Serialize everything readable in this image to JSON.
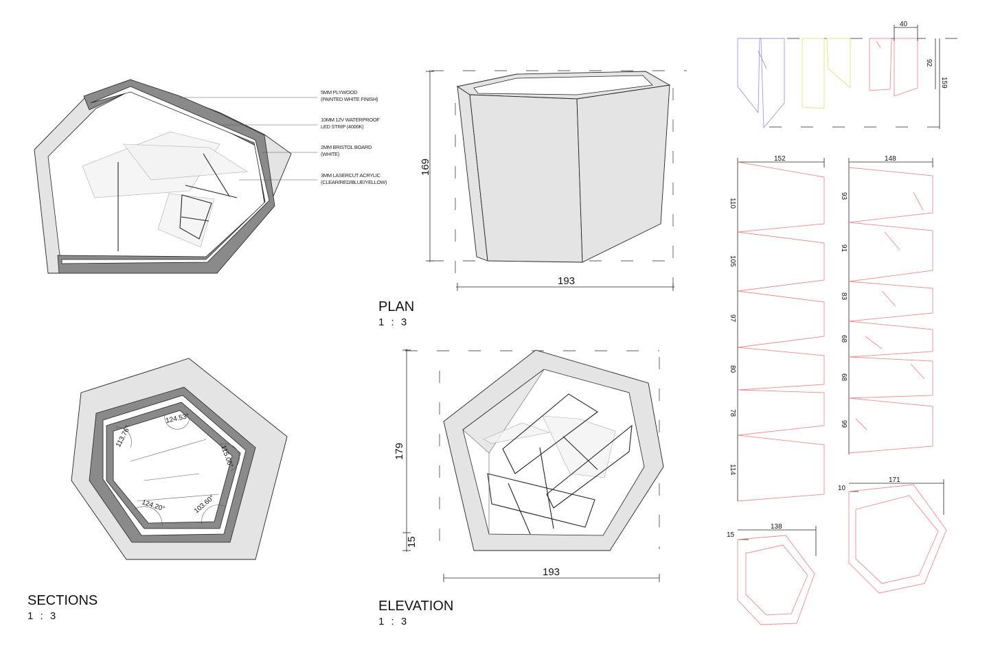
{
  "views": {
    "sections": {
      "title": "SECTIONS",
      "scale": "1 : 3"
    },
    "plan": {
      "title": "PLAN",
      "scale": "1 : 3"
    },
    "elevation": {
      "title": "ELEVATION",
      "scale": "1 : 3"
    }
  },
  "materials": [
    {
      "line1": "5MM PLYWOOD",
      "line2": "(PAINTED WHITE FINISH)"
    },
    {
      "line1": "10MM 12V WATERPROOF",
      "line2": "LED STRIP (4000K)"
    },
    {
      "line1": "2MM BRISTOL BOARD",
      "line2": "(WHITE)"
    },
    {
      "line1": "3MM LASERCUT ACRYLIC",
      "line2": "(CLEAR/RED/BLUE/YELLOW)"
    }
  ],
  "angles": [
    "124.53°",
    "113.76°",
    "115.06°",
    "124.20°",
    "103.60°"
  ],
  "plan_dims": {
    "height": "169",
    "width": "193"
  },
  "elevation_dims": {
    "height": "179",
    "base": "15",
    "width": "193"
  },
  "template_dims": {
    "top_width": "40",
    "top_inner_height": "92",
    "top_total_height": "159",
    "left_panel_width": "152",
    "left_panel_heights": [
      "110",
      "105",
      "97",
      "80",
      "78",
      "114"
    ],
    "right_panel_width": "148",
    "right_panel_heights": [
      "93",
      "91",
      "83",
      "68",
      "68",
      "99"
    ],
    "frame_small_offset": "15",
    "frame_small_width": "138",
    "frame_large_offset": "10",
    "frame_large_width": "171"
  },
  "colors": {
    "line": "#222222",
    "rim": "#8a8a8a",
    "wall": "#e4e4e4",
    "cut_red": "#f08a8a",
    "cut_blue": "#9a9ae8",
    "cut_yellow": "#e6e080"
  }
}
